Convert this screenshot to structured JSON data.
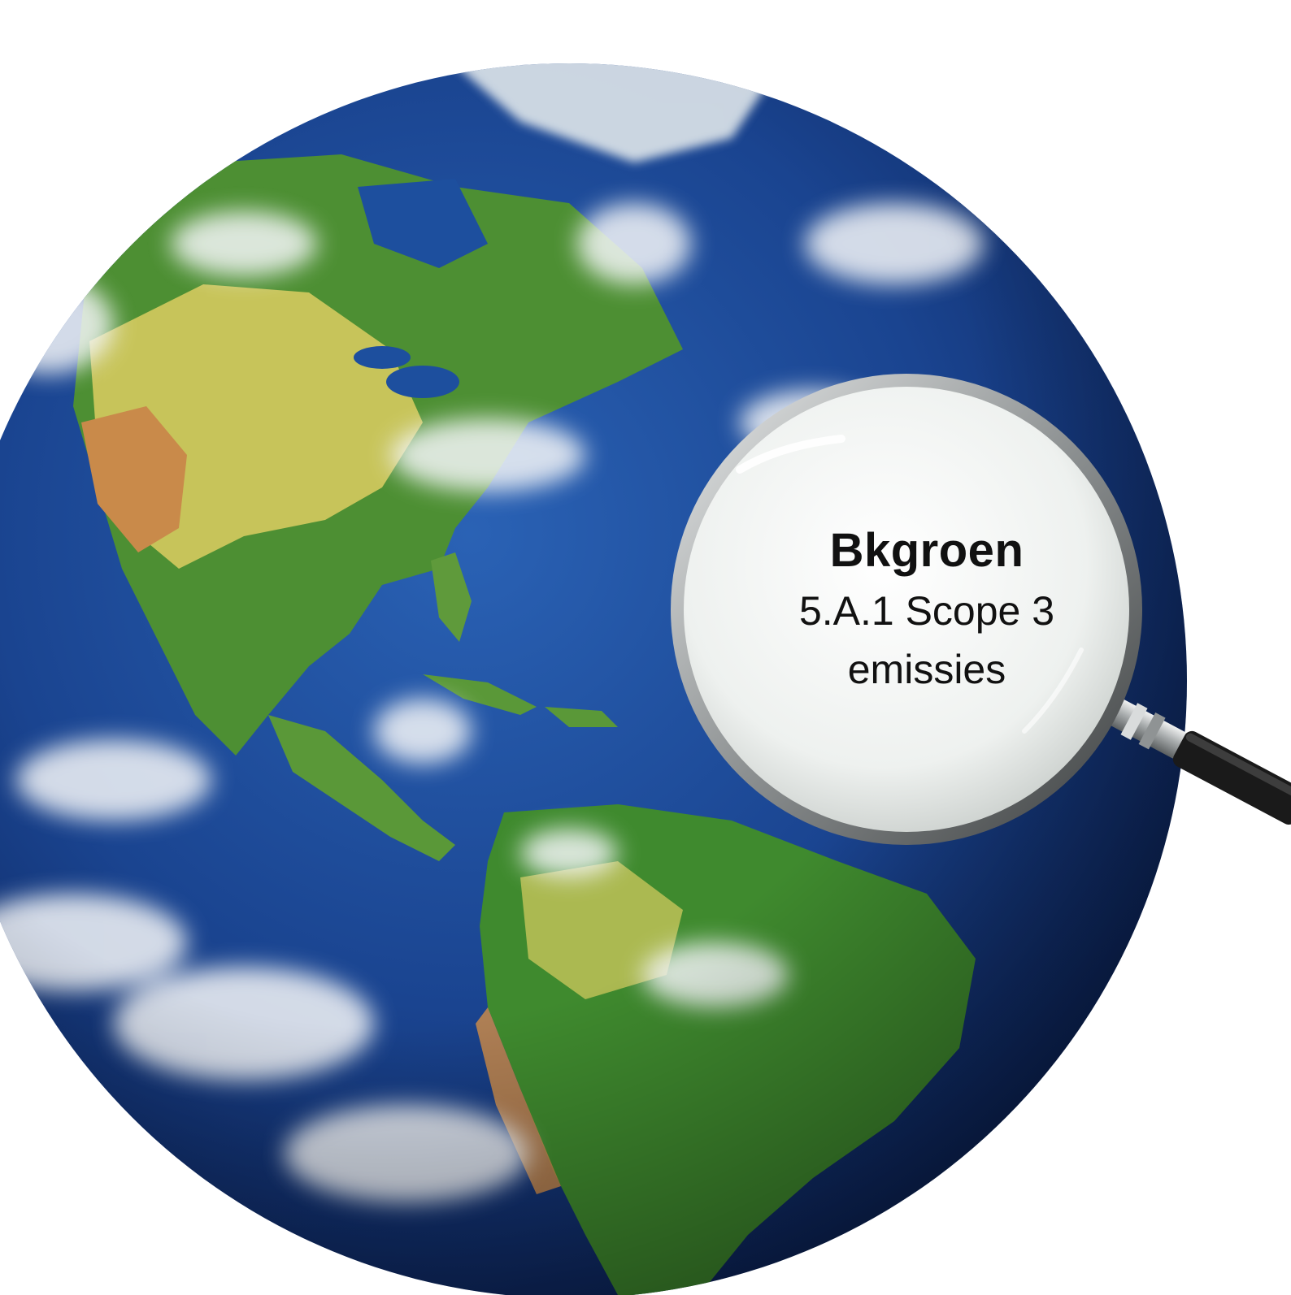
{
  "magnifier": {
    "title": "Bkgroen",
    "line1": "5.A.1 Scope 3",
    "line2": "emissies"
  },
  "colors": {
    "background": "#ffffff",
    "ocean_deep": "#0d2a6b",
    "ocean_mid": "#1d4f9e",
    "land_green": "#3f8a2e",
    "land_yellow": "#c9c85a",
    "desert": "#c98a4a",
    "cloud": "#f4f6f8",
    "lens_glass": "#eef1ef",
    "handle_metal": "#b9bcbd",
    "handle_dark": "#1a1a1a",
    "text": "#111111"
  },
  "icons": {
    "globe": "earth-globe-icon",
    "magnifier": "magnifying-glass-icon"
  }
}
